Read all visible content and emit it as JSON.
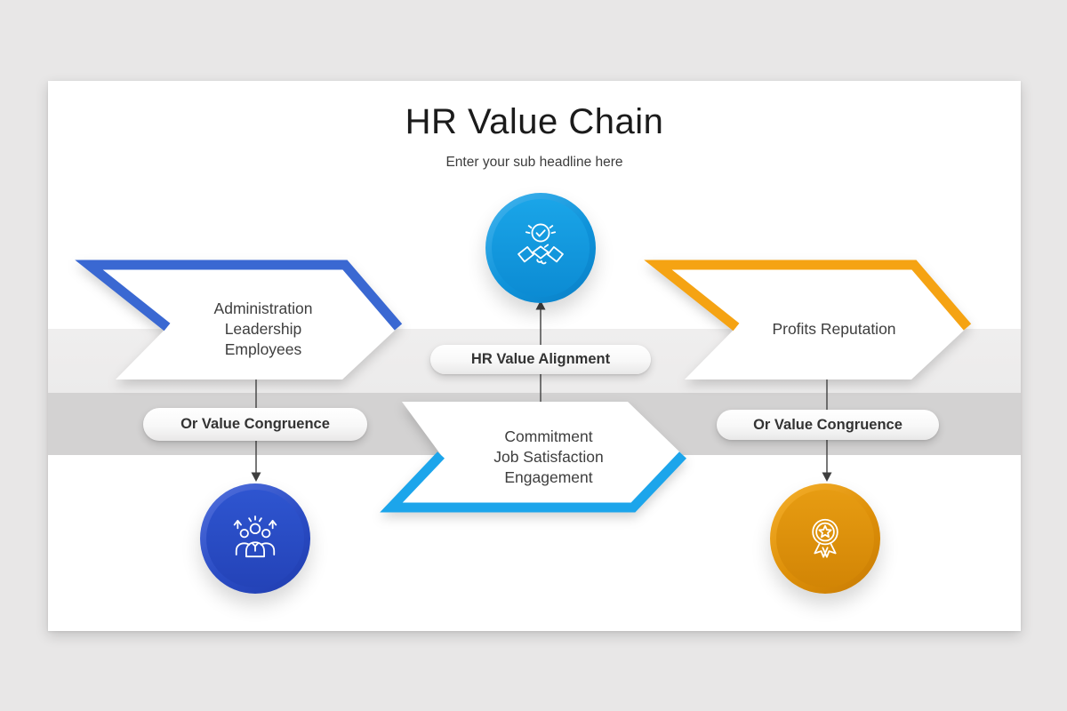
{
  "slide": {
    "title": "HR Value Chain",
    "subtitle": "Enter your sub headline here"
  },
  "pills": {
    "center": "HR Value Alignment",
    "left": "Or Value Congruence",
    "right": "Or Value Congruence"
  },
  "arrows": {
    "left": {
      "color": "#3a68d2",
      "lines": [
        "Administration",
        "Leadership",
        "Employees"
      ]
    },
    "middle": {
      "color": "#1ca5eb",
      "lines": [
        "Commitment",
        "Job Satisfaction",
        "Engagement"
      ]
    },
    "right": {
      "color": "#f5a313",
      "lines": [
        "Profits Reputation"
      ]
    }
  },
  "nodes": {
    "top": {
      "icon": "handshake-check-icon",
      "color": "#1199e0"
    },
    "left": {
      "icon": "team-growth-icon",
      "color": "#2b51c9"
    },
    "right": {
      "icon": "award-medal-icon",
      "color": "#e09110"
    }
  }
}
